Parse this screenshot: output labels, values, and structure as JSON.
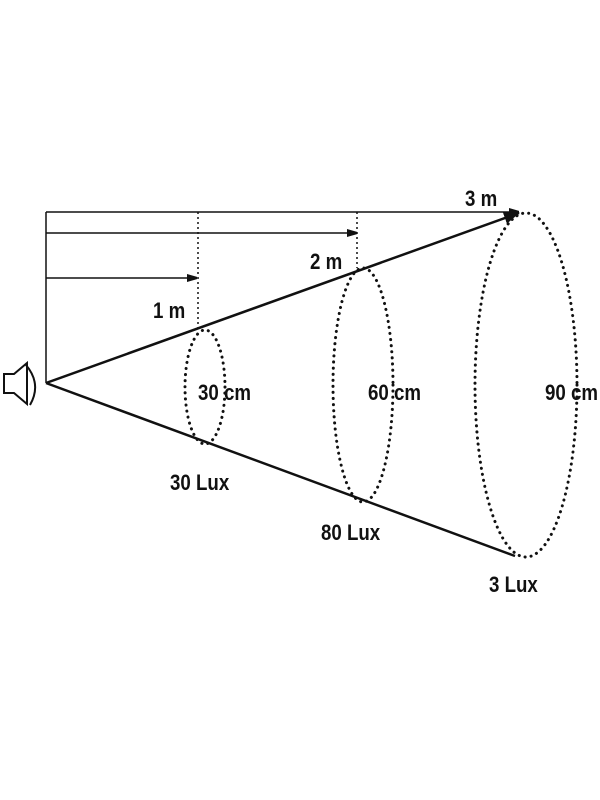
{
  "distances": [
    "1 m",
    "2 m",
    "3 m"
  ],
  "diameters": [
    "30 cm",
    "60 cm",
    "90 cm"
  ],
  "illuminance": [
    "30 Lux",
    "80 Lux",
    "3 Lux"
  ],
  "colors": {
    "line": "#111111",
    "background": "#ffffff"
  }
}
